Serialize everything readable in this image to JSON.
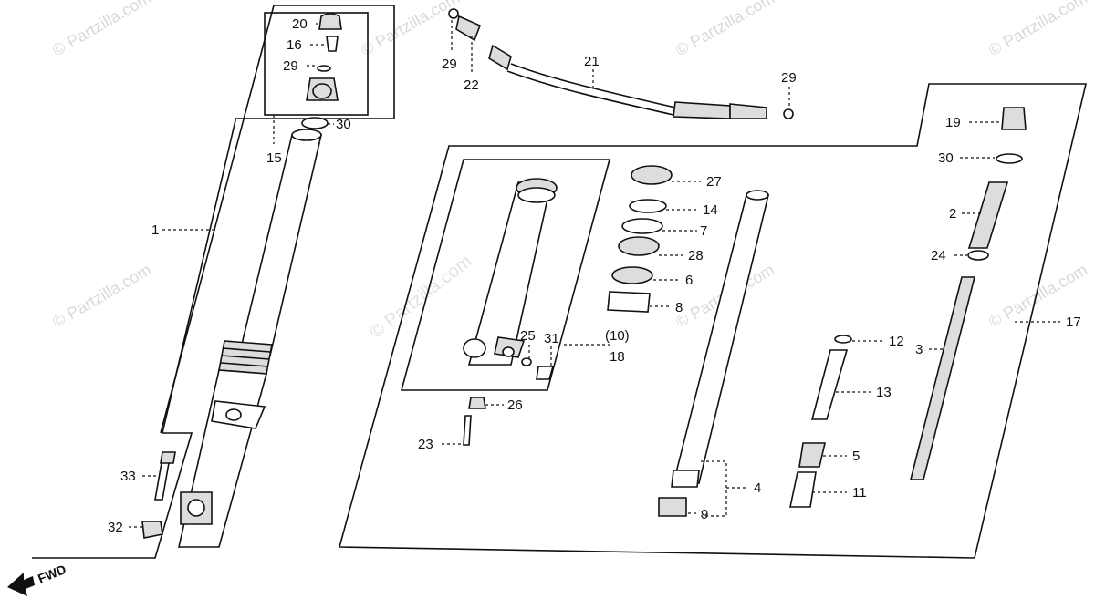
{
  "watermark": {
    "text": "© Partzilla.com",
    "center_text": "© Partzilla.com"
  },
  "fwd_label": "FWD",
  "callouts": {
    "c1": "1",
    "c2": "2",
    "c3": "3",
    "c4": "4",
    "c5": "5",
    "c6": "6",
    "c7": "7",
    "c8": "8",
    "c9": "9",
    "c10": "(10)",
    "c11": "11",
    "c12": "12",
    "c13": "13",
    "c14": "14",
    "c15": "15",
    "c16": "16",
    "c17": "17",
    "c18": "18",
    "c19": "19",
    "c20": "20",
    "c21": "21",
    "c22": "22",
    "c23": "23",
    "c24": "24",
    "c25": "25",
    "c26": "26",
    "c27": "27",
    "c28": "28",
    "c29a": "29",
    "c29b": "29",
    "c29c": "29",
    "c30a": "30",
    "c30b": "30",
    "c31": "31",
    "c32": "32",
    "c33": "33"
  }
}
